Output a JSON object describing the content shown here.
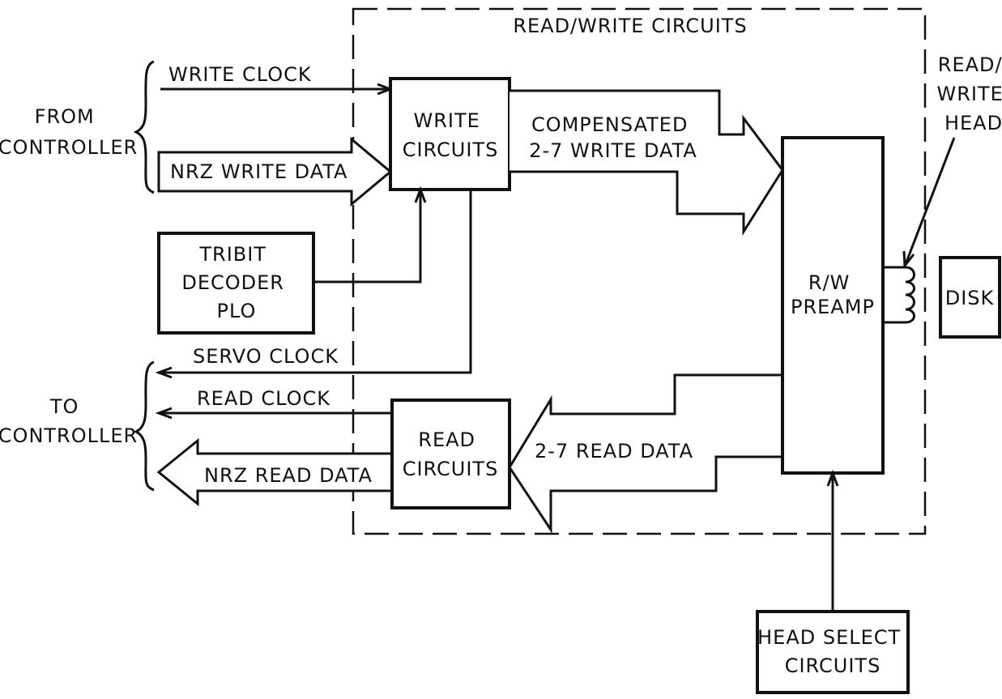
{
  "region": {
    "label": "READ/WRITE CIRCUITS"
  },
  "groups": {
    "from_controller": [
      "FROM",
      "CONTROLLER"
    ],
    "to_controller": [
      "TO",
      "CONTROLLER"
    ]
  },
  "blocks": {
    "write_circuits": [
      "WRITE",
      "CIRCUITS"
    ],
    "read_circuits": [
      "READ",
      "CIRCUITS"
    ],
    "tribit_decoder": [
      "TRIBIT",
      "DECODER",
      "PLO"
    ],
    "preamp": [
      "R/W",
      "PREAMP"
    ],
    "disk": "DISK",
    "head_select": [
      "HEAD SELECT",
      "CIRCUITS"
    ],
    "rw_head": [
      "READ/",
      "WRITE",
      "HEAD"
    ]
  },
  "signals": {
    "write_clock": "WRITE CLOCK",
    "nrz_write_data": "NRZ WRITE DATA",
    "compensated_write_data": [
      "COMPENSATED",
      "2-7 WRITE DATA"
    ],
    "servo_clock": "SERVO CLOCK",
    "read_clock": "READ CLOCK",
    "nrz_read_data": "NRZ READ DATA",
    "read_data_27": "2-7 READ DATA"
  }
}
